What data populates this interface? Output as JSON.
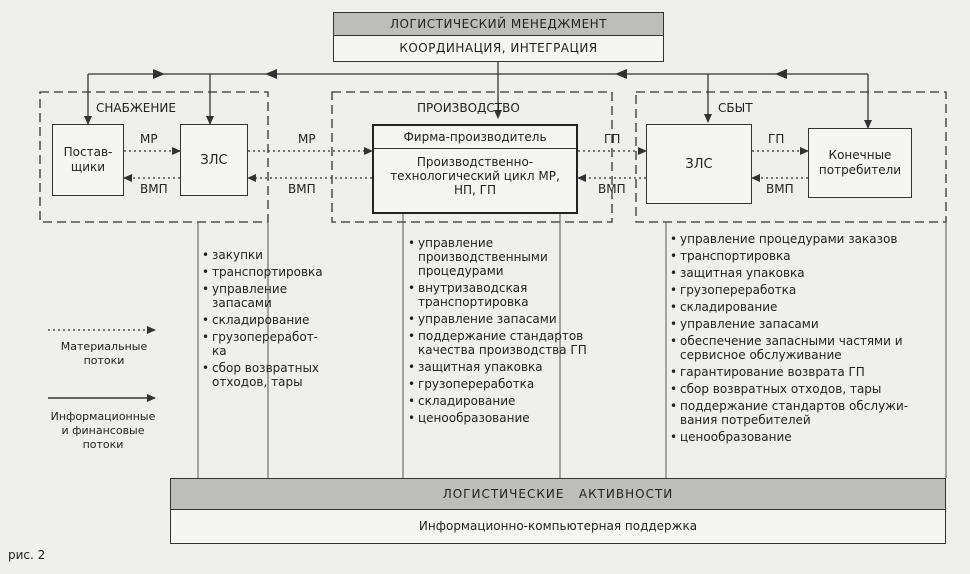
{
  "header": {
    "title": "ЛОГИСТИЧЕСКИЙ МЕНЕДЖМЕНТ",
    "subtitle": "КООРДИНАЦИЯ, ИНТЕГРАЦИЯ"
  },
  "sections": {
    "supply": {
      "title": "СНАБЖЕНИЕ",
      "suppliers": "Постав-\nщики",
      "zls": "ЗЛС",
      "flow_out": "МР",
      "flow_back": "ВМП"
    },
    "production": {
      "title": "ПРОИЗВОДСТВО",
      "firm": "Фирма-производитель",
      "cycle": "Производственно-\nтехнологический цикл МР,\nНП, ГП",
      "flow_in": "МР",
      "flow_back": "ВМП"
    },
    "sales": {
      "title": "СБЫТ",
      "zls": "ЗЛС",
      "consumers": "Конечные\nпотребители",
      "flow_in": "ГП",
      "flow_back_in": "ВМП",
      "flow_out": "ГП",
      "flow_back": "ВМП"
    }
  },
  "activities": {
    "supply": [
      "закупки",
      "транспортировка",
      "управление\nзапасами",
      "складирование",
      "грузопереработ-\nка",
      "сбор возвратных\nотходов, тары"
    ],
    "production": [
      "управление\nпроизводственными\nпроцедурами",
      "внутризаводская\nтранспортировка",
      "управление запасами",
      "поддержание стандартов\nкачества производства ГП",
      "защитная упаковка",
      "грузопереработка",
      "складирование",
      "ценообразование"
    ],
    "sales": [
      "управление процедурами заказов",
      "транспортировка",
      "защитная упаковка",
      "грузопереработка",
      "складирование",
      "управление запасами",
      "обеспечение запасными частями и\nсервисное обслуживание",
      "гарантирование возврата ГП",
      "сбор возвратных отходов, тары",
      "поддержание стандартов обслужи-\nвания потребителей",
      "ценообразование"
    ]
  },
  "legend": {
    "material": "Материальные\nпотоки",
    "info": "Информационные\nи финансовые\nпотоки"
  },
  "footer": {
    "title": "ЛОГИСТИЧЕСКИЕ   АКТИВНОСТИ",
    "subtitle": "Информационно-компьютерная поддержка"
  },
  "caption": "рис. 2"
}
